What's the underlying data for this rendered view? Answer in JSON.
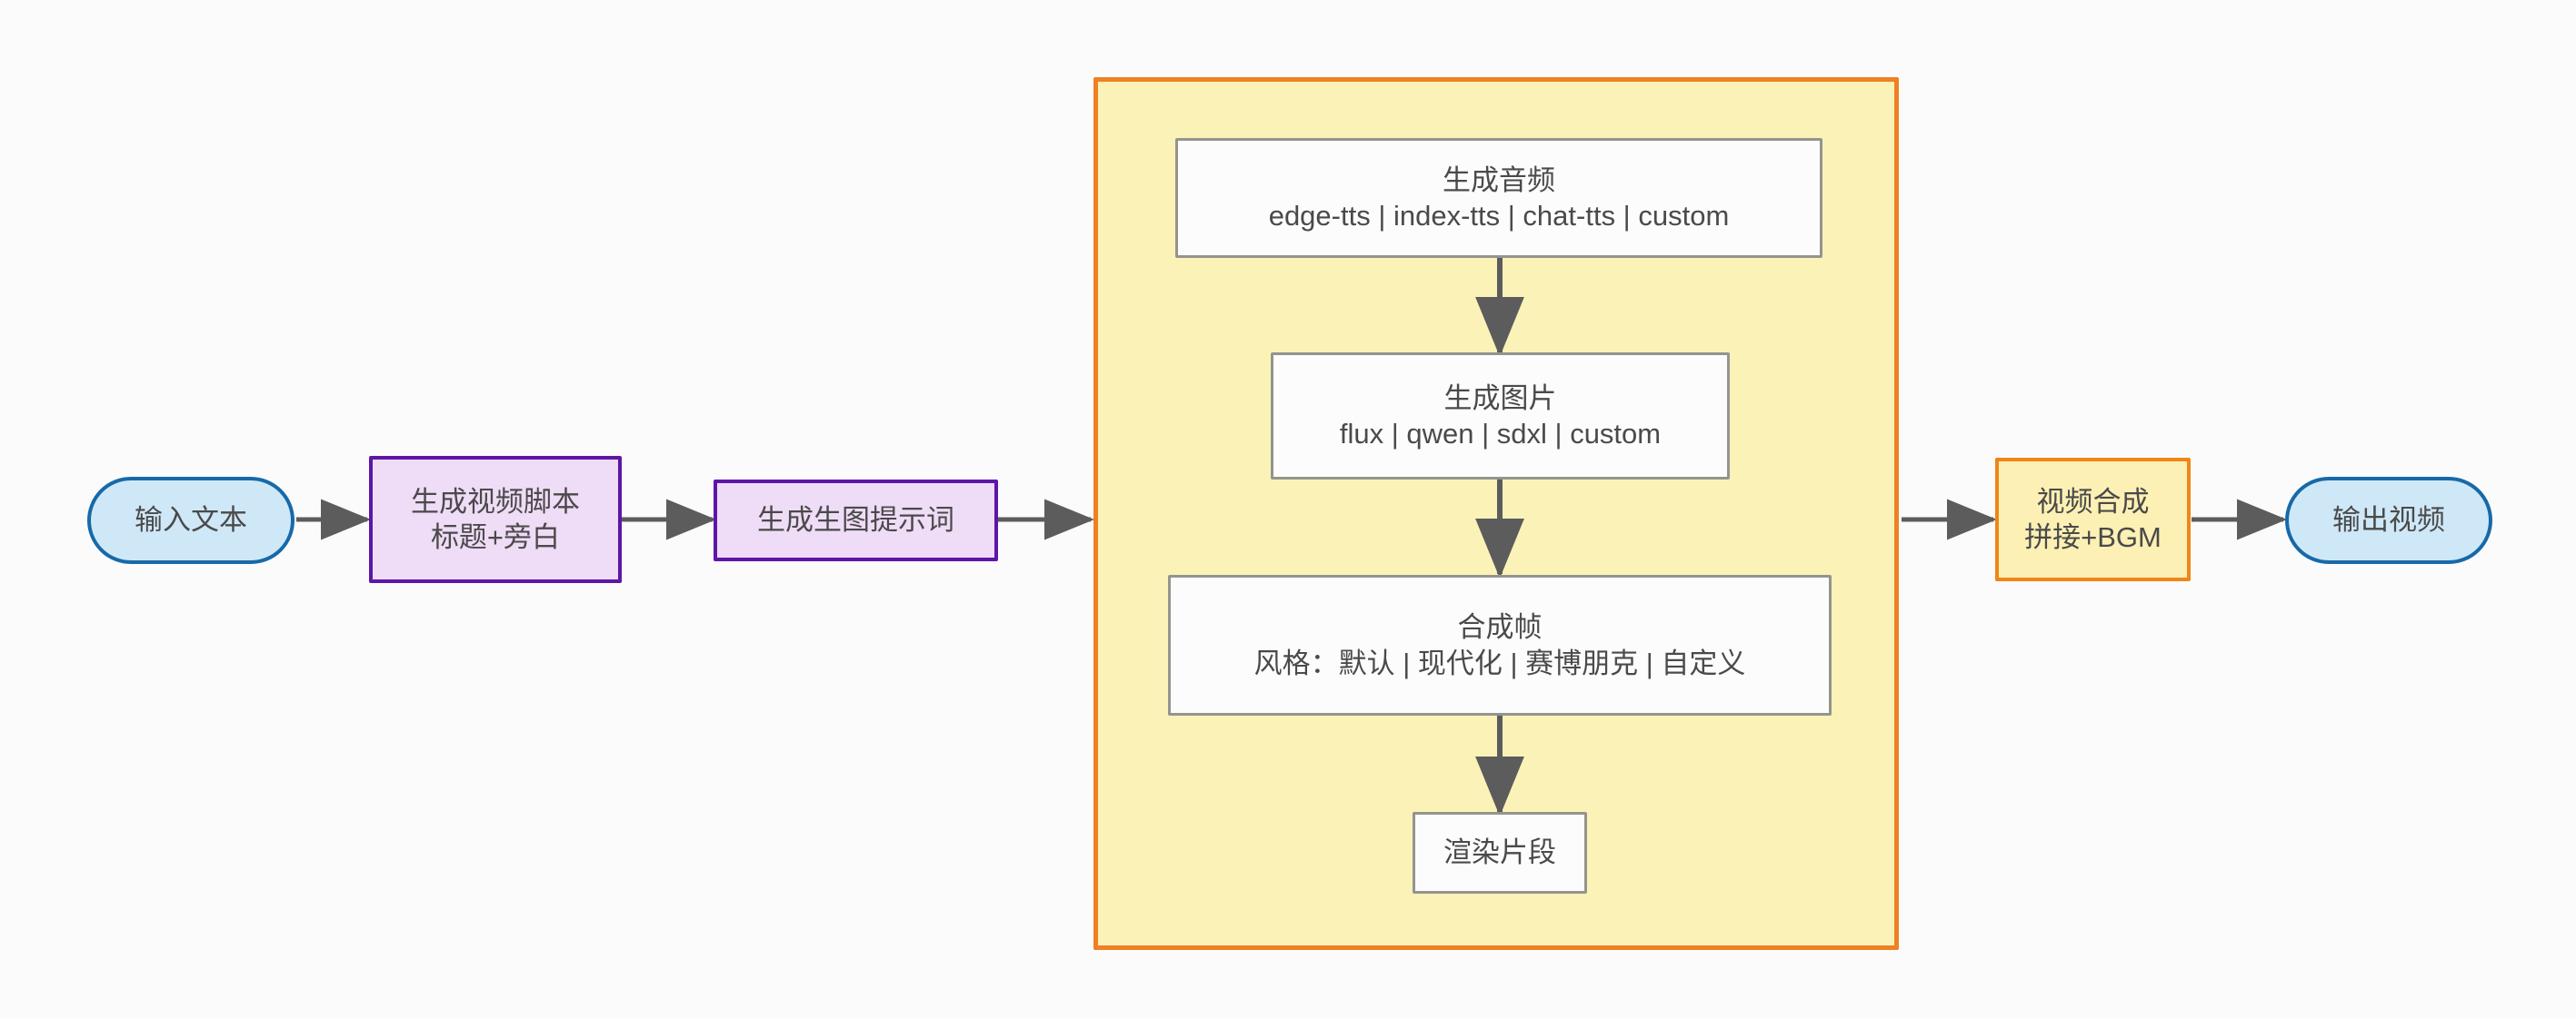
{
  "diagram": {
    "type": "flowchart",
    "orientation": "left-to-right",
    "title": "",
    "background_color": "#fbfbfc",
    "edge_color": "#5c5c5c"
  },
  "palette": {
    "terminal_fill": "#cfe8f7",
    "terminal_stroke": "#1869a8",
    "process_fill": "#efdcf6",
    "process_stroke": "#5d16a6",
    "compose_fill": "#fdf0b4",
    "compose_stroke": "#f08519",
    "plain_fill": "#fcfcfc",
    "plain_stroke": "#94948f",
    "subgraph_fill": "#fbf2b8",
    "subgraph_stroke": "#ef8023",
    "text_color": "#4a4a4a"
  },
  "nodes": {
    "input_text": {
      "label": "输入文本",
      "shape": "stadium"
    },
    "gen_script": {
      "line1": "生成视频脚本",
      "line2": "标题+旁白",
      "shape": "rect"
    },
    "gen_prompt": {
      "label": "生成生图提示词",
      "shape": "rect"
    },
    "gen_audio": {
      "line1": "生成音频",
      "line2": "edge-tts | index-tts | chat-tts | custom",
      "shape": "rect"
    },
    "gen_image": {
      "line1": "生成图片",
      "line2": "flux | qwen | sdxl | custom",
      "shape": "rect"
    },
    "compose_frame": {
      "line1": "合成帧",
      "line2": "风格：默认 | 现代化 | 赛博朋克 | 自定义",
      "shape": "rect"
    },
    "render_clip": {
      "label": "渲染片段",
      "shape": "rect"
    },
    "video_merge": {
      "line1": "视频合成",
      "line2": "拼接+BGM",
      "shape": "rect"
    },
    "output_video": {
      "label": "输出视频",
      "shape": "stadium"
    }
  },
  "subgraph": {
    "label": "",
    "contains": [
      "gen_audio",
      "gen_image",
      "compose_frame",
      "render_clip"
    ]
  },
  "edges": [
    {
      "from": "input_text",
      "to": "gen_script",
      "label": ""
    },
    {
      "from": "gen_script",
      "to": "gen_prompt",
      "label": ""
    },
    {
      "from": "gen_prompt",
      "to": "subgraph",
      "label": ""
    },
    {
      "from": "gen_audio",
      "to": "gen_image",
      "label": ""
    },
    {
      "from": "gen_image",
      "to": "compose_frame",
      "label": ""
    },
    {
      "from": "compose_frame",
      "to": "render_clip",
      "label": ""
    },
    {
      "from": "subgraph",
      "to": "video_merge",
      "label": ""
    },
    {
      "from": "video_merge",
      "to": "output_video",
      "label": ""
    }
  ]
}
